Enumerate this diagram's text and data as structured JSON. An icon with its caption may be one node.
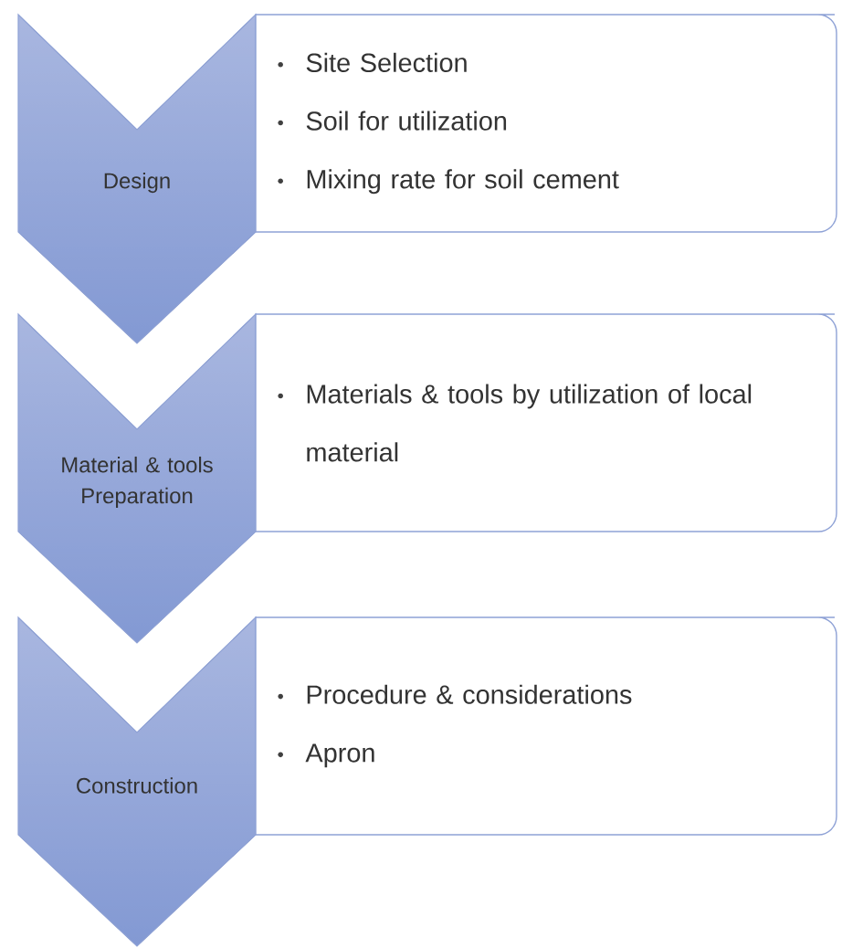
{
  "diagram": {
    "nodes": [
      {
        "text": [
          "Design"
        ]
      },
      {
        "text": [
          "Site Selection",
          "Soil for utilization",
          "Mixing rate for soil cement"
        ]
      },
      {
        "text": [
          "Material & tools Preparation"
        ]
      },
      {
        "text": [
          "Materials & tools by utilization of local material"
        ]
      },
      {
        "text": [
          "Construction"
        ]
      },
      {
        "text": [
          "Procedure & considerations",
          "Apron"
        ]
      }
    ]
  }
}
